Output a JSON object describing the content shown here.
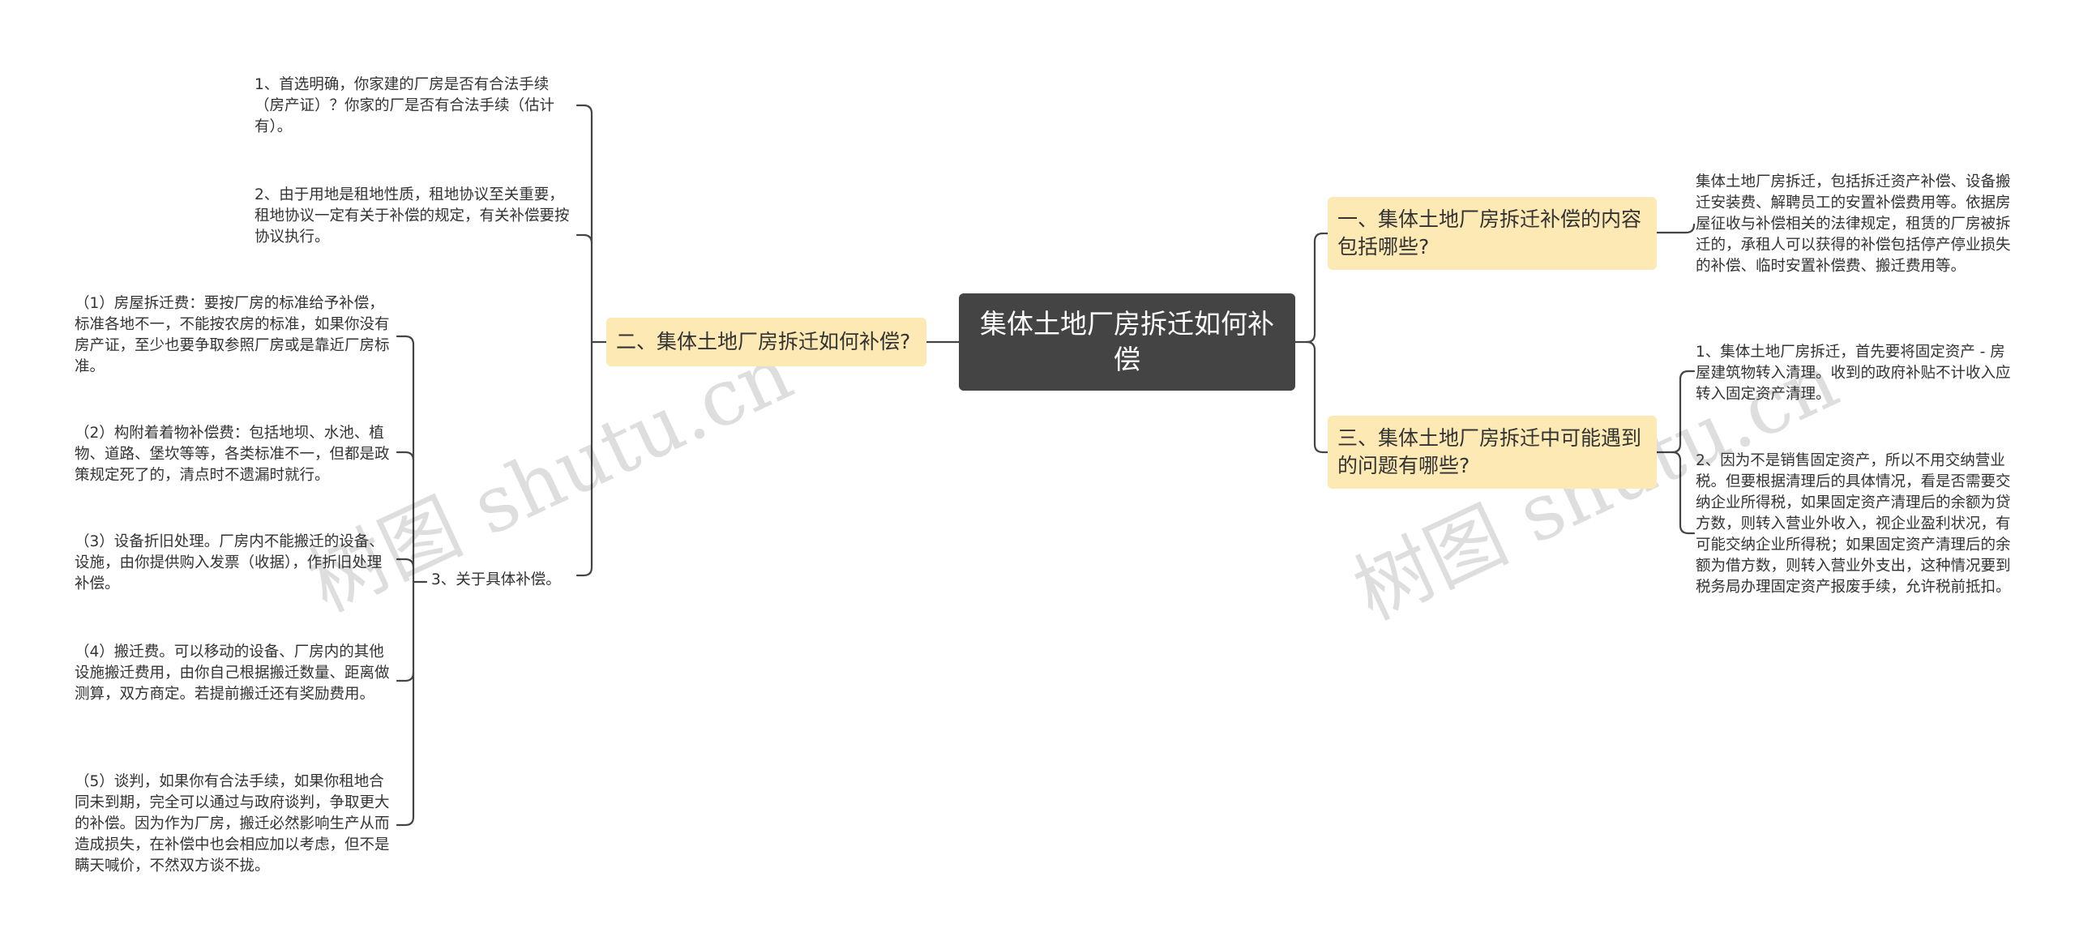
{
  "root": {
    "label": "集体土地厂房拆迁如何补偿"
  },
  "branches": [
    {
      "label": "一、集体土地厂房拆迁补偿的内容包括哪些?"
    },
    {
      "label": "二、集体土地厂房拆迁如何补偿?"
    },
    {
      "label": "三、集体土地厂房拆迁中可能遇到的问题有哪些?"
    }
  ],
  "leaves": {
    "b1_content": "集体土地厂房拆迁，包括拆迁资产补偿、设备搬迁安装费、解聘员工的安置补偿费用等。依据房屋征收与补偿相关的法律规定，租赁的厂房被拆迁的，承租人可以获得的补偿包括停产停业损失的补偿、临时安置补偿费、搬迁费用等。",
    "b2_item1": "1、首选明确，你家建的厂房是否有合法手续（房产证）？你家的厂是否有合法手续（估计有）。",
    "b2_item2": "2、由于用地是租地性质，租地协议至关重要，租地协议一定有关于补偿的规定，有关补偿要按协议执行。",
    "b2_item3": "3、关于具体补偿。",
    "b2_sub1": "（1）房屋拆迁费：要按厂房的标准给予补偿，标准各地不一，不能按农房的标准，如果你没有房产证，至少也要争取参照厂房或是靠近厂房标准。",
    "b2_sub2": "（2）构附着着物补偿费：包括地坝、水池、植物、道路、堡坎等等，各类标准不一，但都是政策规定死了的，清点时不遗漏时就行。",
    "b2_sub3": "（3）设备折旧处理。厂房内不能搬迁的设备、设施，由你提供购入发票（收据），作折旧处理补偿。",
    "b2_sub4": "（4）搬迁费。可以移动的设备、厂房内的其他设施搬迁费用，由你自己根据搬迁数量、距离做测算，双方商定。若提前搬迁还有奖励费用。",
    "b2_sub5": "（5）谈判，如果你有合法手续，如果你租地合同未到期，完全可以通过与政府谈判，争取更大的补偿。因为作为厂房，搬迁必然影响生产从而造成损失，在补偿中也会相应加以考虑，但不是瞒天喊价，不然双方谈不拢。",
    "b3_item1": "1、集体土地厂房拆迁，首先要将固定资产 - 房屋建筑物转入清理。收到的政府补贴不计收入应转入固定资产清理。",
    "b3_item2": "2、因为不是销售固定资产，所以不用交纳营业税。但要根据清理后的具体情况，看是否需要交纳企业所得税，如果固定资产清理后的余额为贷方数，则转入营业外收入，视企业盈利状况，有可能交纳企业所得税；如果固定资产清理后的余额为借方数，则转入营业外支出，这种情况要到税务局办理固定资产报废手续，允许税前抵扣。"
  },
  "watermark": "树图 shutu.cn",
  "colors": {
    "root_bg": "#444444",
    "branch_bg": "#fde9b4",
    "line": "#444444"
  }
}
